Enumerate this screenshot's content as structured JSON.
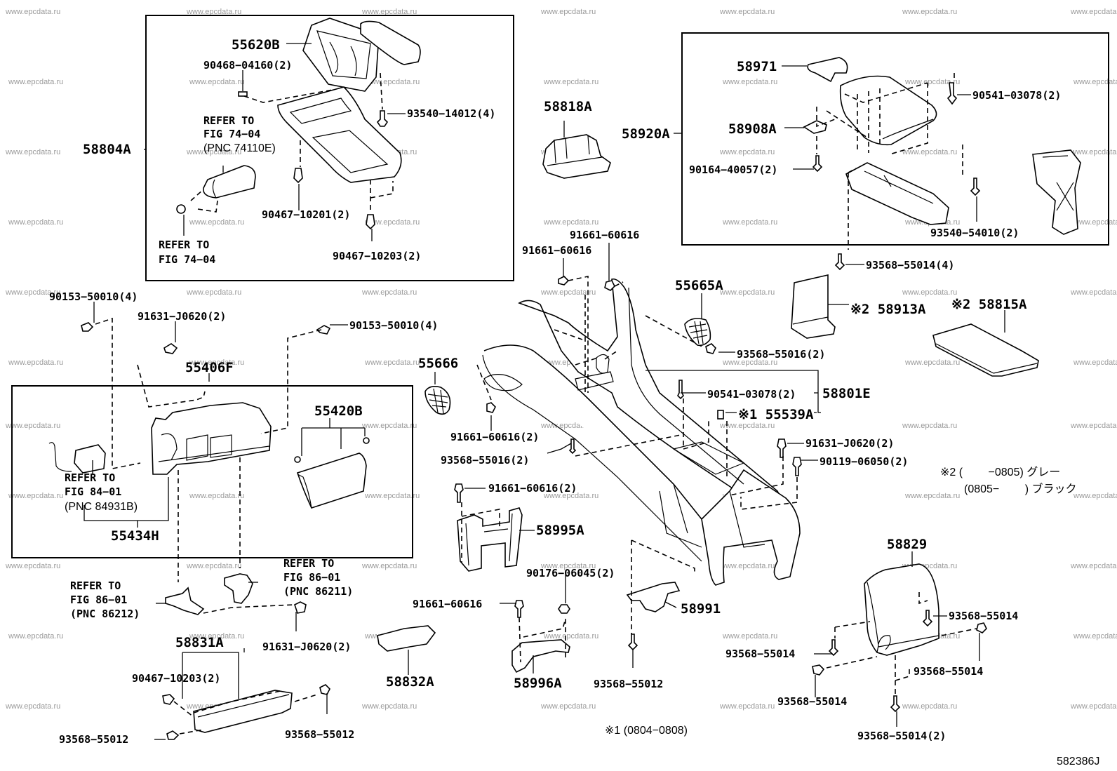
{
  "diagram": {
    "figure_code": "582386J",
    "watermark": "www.epcdata.ru",
    "notes": {
      "note1": "※1 (0804−0808)",
      "note2_line1": "※2 (　　 −0805) グレー",
      "note2_line2": "(0805−　　 ) ブラック"
    },
    "groups": {
      "upper_left": "58804A",
      "upper_right": "58920A",
      "middle_left": "55406F",
      "console": "58801E"
    },
    "labels": {
      "l55620B": "55620B",
      "l90468": "90468−04160(2)",
      "l93540a": "93540−14012(4)",
      "l58804A": "58804A",
      "ref7404a_1": "REFER TO",
      "ref7404a_2": "FIG 74−04",
      "ref7404a_3": "(PNC 74110E)",
      "l90467a": "90467−10201(2)",
      "ref7404b_1": "REFER TO",
      "ref7404b_2": "FIG 74−04",
      "l90467b": "90467−10203(2)",
      "l58818A": "58818A",
      "l58971": "58971",
      "l90541a": "90541−03078(2)",
      "l58920A": "58920A",
      "l58908A": "58908A",
      "l90164": "90164−40057(2)",
      "l93540b": "93540−54010(2)",
      "l93568_4": "93568−55014(4)",
      "l91661a": "91661−60616",
      "l91661b": "91661−60616",
      "l55665A": "55665A",
      "l58913A": "※2 58913A",
      "l58815A": "※2 58815A",
      "l90153a": "90153−50010(4)",
      "l91631a": "91631−J0620(2)",
      "l90153b": "90153−50010(4)",
      "l55406F": "55406F",
      "l55666": "55666",
      "l93568_16a": "93568−55016(2)",
      "l90541b": "90541−03078(2)",
      "l58801E": "58801E",
      "l55539A": "※1 55539A",
      "l55420B": "55420B",
      "l91661c": "91661−60616(2)",
      "l93568_16b": "93568−55016(2)",
      "l91631b": "91631−J0620(2)",
      "l90119": "90119−06050(2)",
      "ref8401_1": "REFER TO",
      "ref8401_2": "FIG 84−01",
      "ref8401_3": "(PNC 84931B)",
      "l55434H": "55434H",
      "l91661d": "91661−60616(2)",
      "l58995A": "58995A",
      "l58829": "58829",
      "ref86211_1": "REFER TO",
      "ref86211_2": "FIG 86−01",
      "ref86211_3": "(PNC 86211)",
      "ref86212_1": "REFER TO",
      "ref86212_2": "FIG 86−01",
      "ref86212_3": "(PNC 86212)",
      "l90176": "90176−06045(2)",
      "l91661e": "91661−60616",
      "l58991": "58991",
      "l93568_14a": "93568−55014",
      "l58831A": "58831A",
      "l91631c": "91631−J0620(2)",
      "l93568_14b": "93568−55014",
      "l93568_14c": "93568−55014",
      "l90467c": "90467−10203(2)",
      "l58832A": "58832A",
      "l58996A": "58996A",
      "l93568_12a": "93568−55012",
      "l93568_14d": "93568−55014",
      "l93568_12b": "93568−55012",
      "l93568_12c": "93568−55012",
      "l93568_14e": "93568−55014(2)"
    }
  }
}
